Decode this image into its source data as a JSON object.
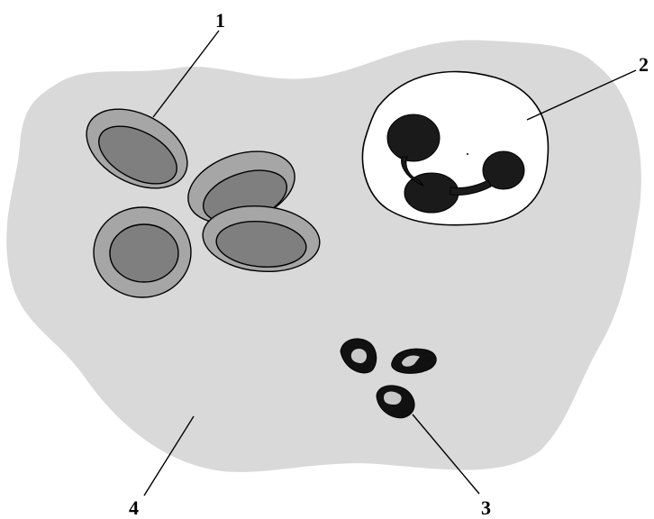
{
  "diagram": {
    "labels": {
      "erythrocytes": "1",
      "leukocyte": "2",
      "platelets": "3",
      "plasma": "4"
    },
    "colors": {
      "plasma": "#d9d9d9",
      "rbc_outer": "#a6a6a6",
      "rbc_inner": "#7f7f7f",
      "nucleus": "#1a1a1a",
      "outline": "#000000",
      "cell_interior": "#ffffff"
    }
  }
}
